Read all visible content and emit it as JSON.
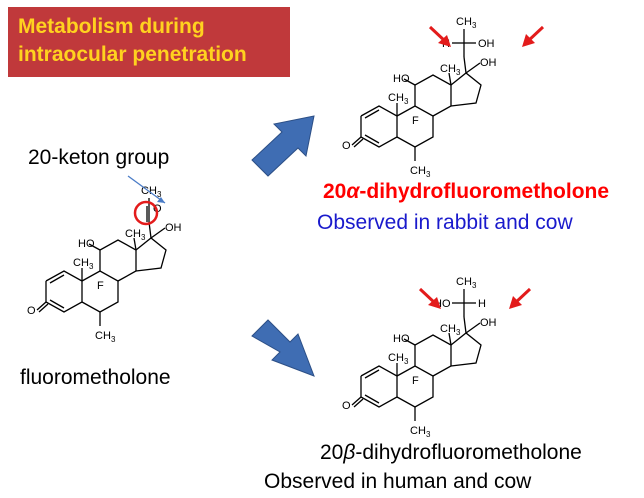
{
  "title": {
    "line1": "Metabolism during",
    "line2": "intraocular penetration"
  },
  "labels": {
    "keton_group": "20-keton group",
    "parent_name": "fluorometholone",
    "alpha_prefix": "20",
    "alpha_greek": "α",
    "alpha_suffix": "-dihydrofluorometholone",
    "alpha_species": "Observed in rabbit and cow",
    "beta_prefix": "20",
    "beta_greek": "β",
    "beta_suffix": "-dihydrofluorometholone",
    "beta_species": "Observed in human and cow"
  },
  "atoms": {
    "ch3": "CH",
    "sub3": "3",
    "ho": "HO",
    "oh": "OH",
    "h": "H",
    "o": "O",
    "f": "F"
  },
  "colors": {
    "title_bg": "#c0393b",
    "title_text": "#ffd21f",
    "alpha_text": "#ff0000",
    "species_alpha_text": "#1a1acc",
    "arrow_fill": "#3f6db3",
    "highlight": "#e31b1b"
  },
  "icons": [
    "reaction-arrow-icon",
    "red-pointer-arrow-icon",
    "ketone-highlight-circle-icon"
  ]
}
